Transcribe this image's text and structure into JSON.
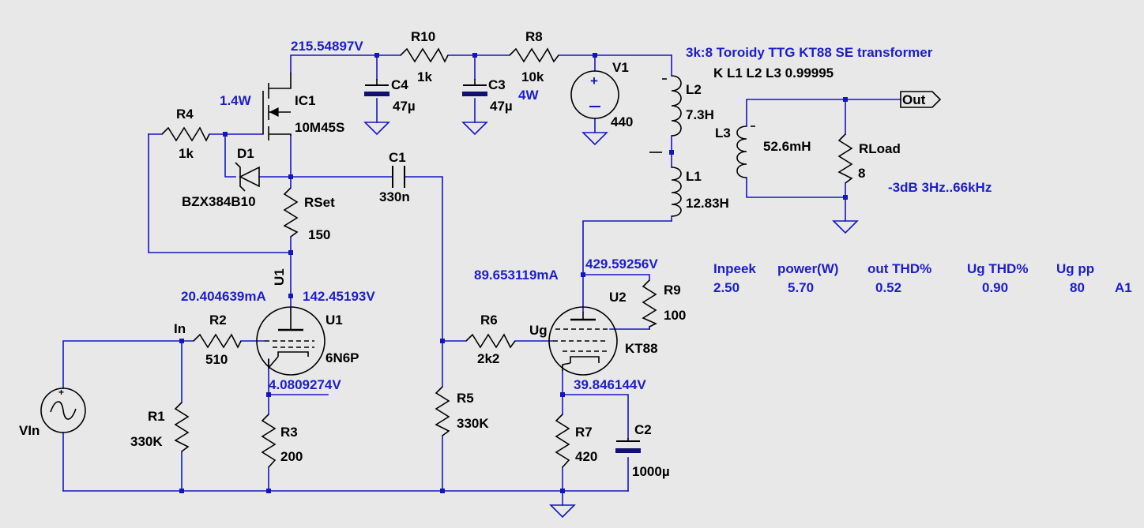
{
  "title_note": "3k:8 Toroidy TTG KT88 SE transformer",
  "coupling_directive": "K L1 L2 L3 0.99995",
  "bandwidth_note": "-3dB 3Hz..66kHz",
  "components": {
    "r10": {
      "name": "R10",
      "value": "1k"
    },
    "r8": {
      "name": "R8",
      "value": "10k"
    },
    "v1": {
      "name": "V1",
      "value": "440"
    },
    "c4": {
      "name": "C4",
      "value": "47µ"
    },
    "c3": {
      "name": "C3",
      "value": "47µ"
    },
    "ic1": {
      "name": "IC1",
      "value": "10M45S"
    },
    "r4": {
      "name": "R4",
      "value": "1k"
    },
    "d1": {
      "name": "D1",
      "value": "BZX384B10"
    },
    "rset": {
      "name": "RSet",
      "value": "150"
    },
    "c1": {
      "name": "C1",
      "value": "330n"
    },
    "l2": {
      "name": "L2",
      "value": "7.3H"
    },
    "l1": {
      "name": "L1",
      "value": "12.83H"
    },
    "l3": {
      "name": "L3",
      "value": "52.6mH"
    },
    "rload": {
      "name": "RLoad",
      "value": "8"
    },
    "r9": {
      "name": "R9",
      "value": "100"
    },
    "u2": {
      "name": "U2",
      "value": "KT88"
    },
    "u1": {
      "name": "U1",
      "value": "6N6P"
    },
    "u1_side": {
      "name": "U1"
    },
    "r2": {
      "name": "R2",
      "value": "510"
    },
    "r1": {
      "name": "R1",
      "value": "330K"
    },
    "r3": {
      "name": "R3",
      "value": "200"
    },
    "r5": {
      "name": "R5",
      "value": "330K"
    },
    "r6": {
      "name": "R6",
      "value": "2k2"
    },
    "r7": {
      "name": "R7",
      "value": "420"
    },
    "c2": {
      "name": "C2",
      "value": "1000µ"
    },
    "vin": {
      "name": "VIn"
    }
  },
  "nets": {
    "in": "In",
    "ug": "Ug",
    "out": "Out"
  },
  "probes": {
    "v_supply": "215.54897V",
    "p_ic1": "1.4W",
    "p_r8": "4W",
    "i_u1": "20.404639mA",
    "v_u1_plate": "142.45193V",
    "v_u1_cathode": "4.0809274V",
    "i_u2": "89.653119mA",
    "v_u2_plate": "429.59256V",
    "v_u2_cathode": "39.846144V"
  },
  "measurements": {
    "headers": [
      "Inpeek",
      "power(W)",
      "out THD%",
      "Ug THD%",
      "Ug pp"
    ],
    "values": [
      "2.50",
      "5.70",
      "0.52",
      "0.90",
      "80"
    ],
    "row_label": "A1"
  },
  "colors": {
    "wire": "#1515c0",
    "annotation": "#1d1dc8",
    "component": "#000000",
    "background": "#e8e8e8"
  }
}
